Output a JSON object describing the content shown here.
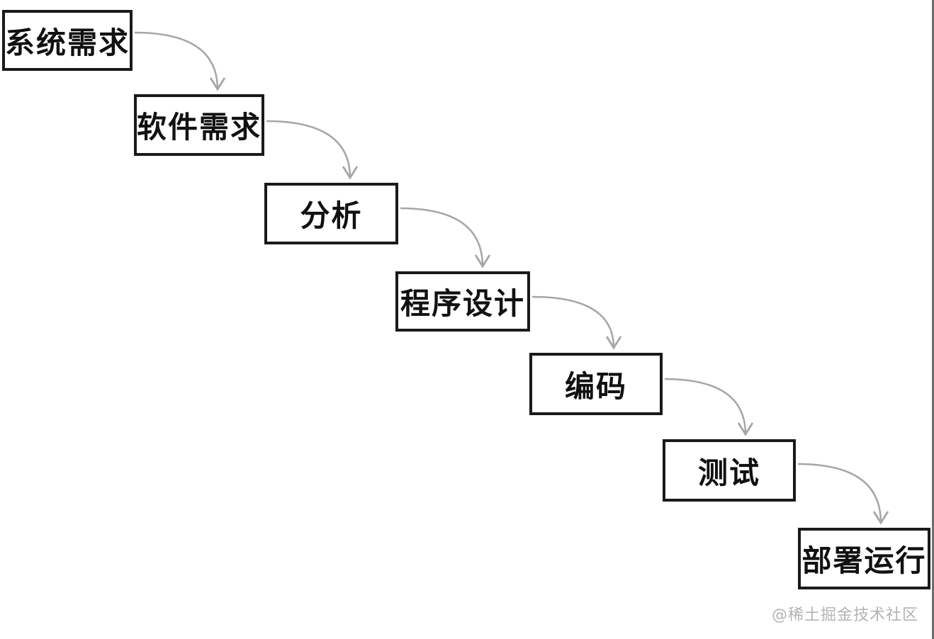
{
  "diagram": {
    "type": "waterfall-model-flowchart",
    "boxes": [
      {
        "id": "system-requirements",
        "label": "系统需求"
      },
      {
        "id": "software-requirements",
        "label": "软件需求"
      },
      {
        "id": "analysis",
        "label": "分析"
      },
      {
        "id": "program-design",
        "label": "程序设计"
      },
      {
        "id": "coding",
        "label": "编码"
      },
      {
        "id": "testing",
        "label": "测试"
      },
      {
        "id": "deployment-operation",
        "label": "部署运行"
      }
    ],
    "arrows": [
      {
        "from": "系统需求",
        "to": "软件需求"
      },
      {
        "from": "软件需求",
        "to": "分析"
      },
      {
        "from": "分析",
        "to": "程序设计"
      },
      {
        "from": "程序设计",
        "to": "编码"
      },
      {
        "from": "编码",
        "to": "测试"
      },
      {
        "from": "测试",
        "to": "部署运行"
      }
    ],
    "colors": {
      "background": "#ffffff",
      "box_border": "#1a1a1a",
      "box_fill": "#ffffff",
      "box_text": "#111111",
      "arrow": "#a6a6a6",
      "watermark_text": "#b3b3b3",
      "right_edge_line": "#6e6e6e"
    }
  },
  "watermark": {
    "text": "@稀土掘金技术社区"
  }
}
